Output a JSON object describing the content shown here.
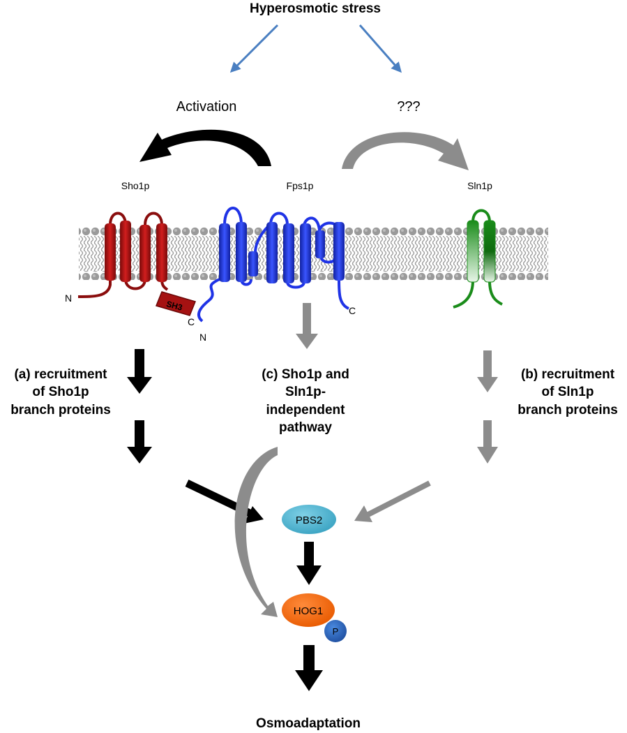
{
  "title": "Hyperosmotic stress",
  "activation_label": "Activation",
  "unknown_label": "???",
  "proteins": {
    "sho1p": "Sho1p",
    "fps1p": "Fps1p",
    "sln1p": "Sln1p"
  },
  "termini": {
    "sho1_n": "N",
    "sho1_c": "C",
    "fps1_n": "N",
    "fps1_c": "C"
  },
  "domain_sh3": "SH3",
  "branches": {
    "a": [
      "(a) recruitment",
      "of Sho1p",
      "branch proteins"
    ],
    "c": [
      "(c) Sho1p and",
      "Sln1p-",
      "independent",
      "pathway"
    ],
    "b": [
      "(b) recruitment",
      "of Sln1p",
      "branch proteins"
    ]
  },
  "nodes": {
    "pbs2": "PBS2",
    "hog1": "HOG1",
    "phospho": "P"
  },
  "outcome": "Osmoadaptation",
  "colors": {
    "sho1": "#b51414",
    "fps1": "#1f33e6",
    "sln1": "#1a8c1a",
    "pbs2": "#4fb3cf",
    "hog1": "#f26a0d",
    "phospho": "#2b6bc4",
    "stress_arrow": "#4a7fc1",
    "grey_arrow": "#8c8c8c",
    "black_arrow": "#000000"
  }
}
